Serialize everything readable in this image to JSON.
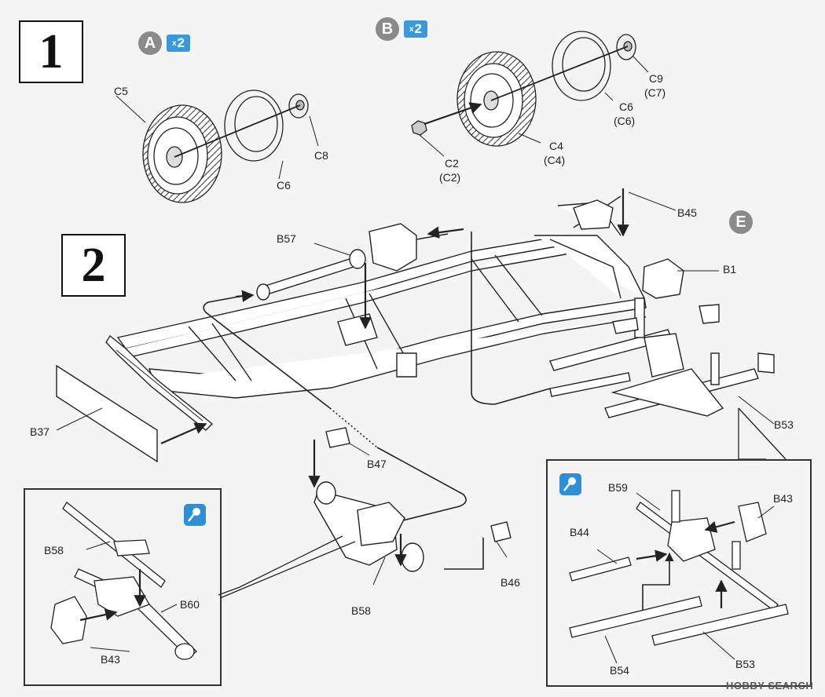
{
  "steps": {
    "one": "1",
    "two": "2"
  },
  "variants": {
    "a": {
      "letter": "A",
      "qty_prefix": "x",
      "qty": "2"
    },
    "b": {
      "letter": "B",
      "qty_prefix": "x",
      "qty": "2"
    },
    "e": {
      "letter": "E"
    }
  },
  "labels": {
    "c5": "C5",
    "c8": "C8",
    "c6_a": "C6",
    "c9": "C9",
    "c7": "(C7)",
    "c6_b": "C6",
    "c6_b_alt": "(C6)",
    "c4": "C4",
    "c4_alt": "(C4)",
    "c2": "C2",
    "c2_alt": "(C2)",
    "b45": "B45",
    "b57": "B57",
    "b1": "B1",
    "b37": "B37",
    "b47": "B47",
    "b53": "B53",
    "b46": "B46",
    "b58": "B58",
    "left_b58": "B58",
    "left_b60": "B60",
    "left_b43": "B43",
    "right_b59": "B59",
    "right_b43": "B43",
    "right_b44": "B44",
    "right_b54": "B54",
    "right_b53": "B53"
  },
  "watermark": {
    "brand": "HOBBY SEARCH"
  },
  "colors": {
    "badge_grey": "#8a8a8a",
    "qty_blue": "#3a9ad9",
    "tip_blue": "#2f8fd6"
  }
}
